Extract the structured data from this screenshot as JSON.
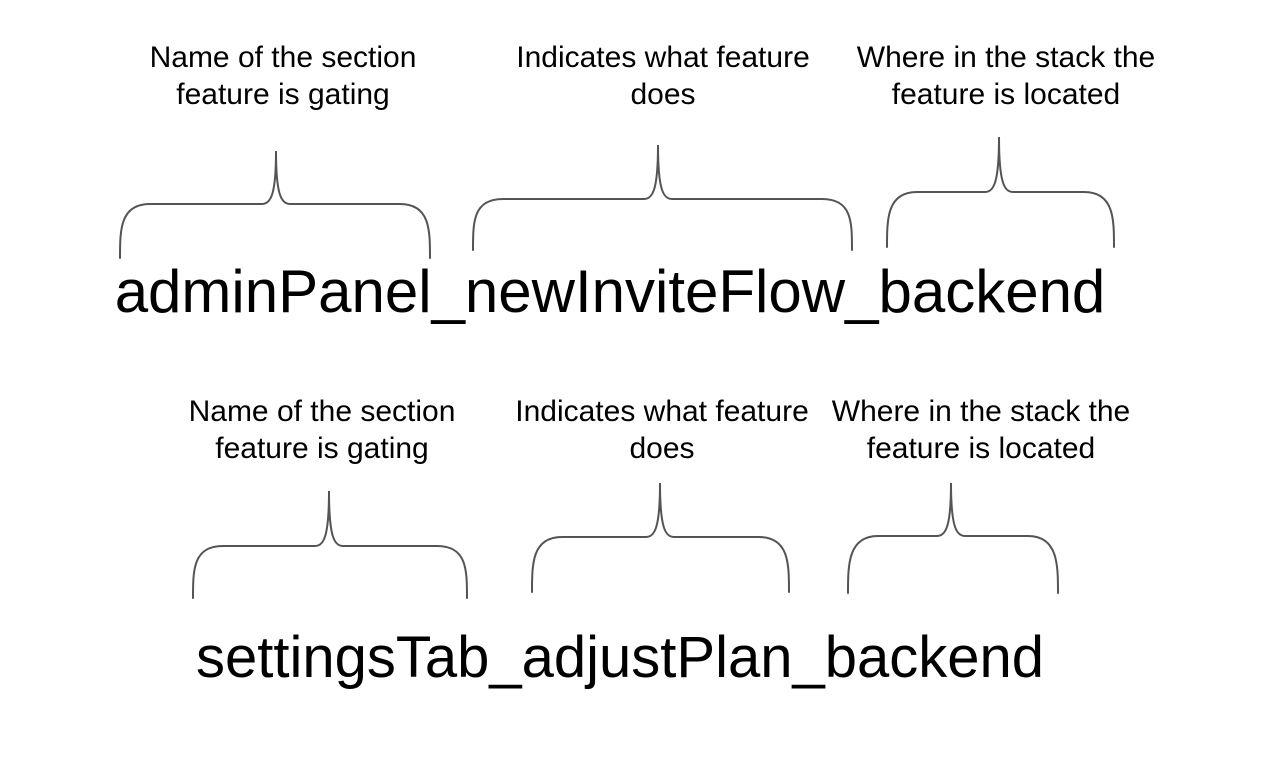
{
  "diagram": {
    "colors": {
      "background": "#ffffff",
      "text": "#000000",
      "brace": "#545454"
    },
    "rows": [
      {
        "flag_name": "adminPanel_newInviteFlow_backend",
        "annotations": [
          {
            "lines": [
              "Name of the section",
              "feature is gating"
            ],
            "segment": "adminPanel"
          },
          {
            "lines": [
              "Indicates what feature",
              "does"
            ],
            "segment": "newInviteFlow"
          },
          {
            "lines": [
              "Where in the stack the",
              "feature is located"
            ],
            "segment": "backend"
          }
        ]
      },
      {
        "flag_name": "settingsTab_adjustPlan_backend",
        "annotations": [
          {
            "lines": [
              "Name of the section",
              "feature is gating"
            ],
            "segment": "settingsTab"
          },
          {
            "lines": [
              "Indicates what feature",
              "does"
            ],
            "segment": "adjustPlan"
          },
          {
            "lines": [
              "Where in the stack the",
              "feature is located"
            ],
            "segment": "backend"
          }
        ]
      }
    ]
  }
}
